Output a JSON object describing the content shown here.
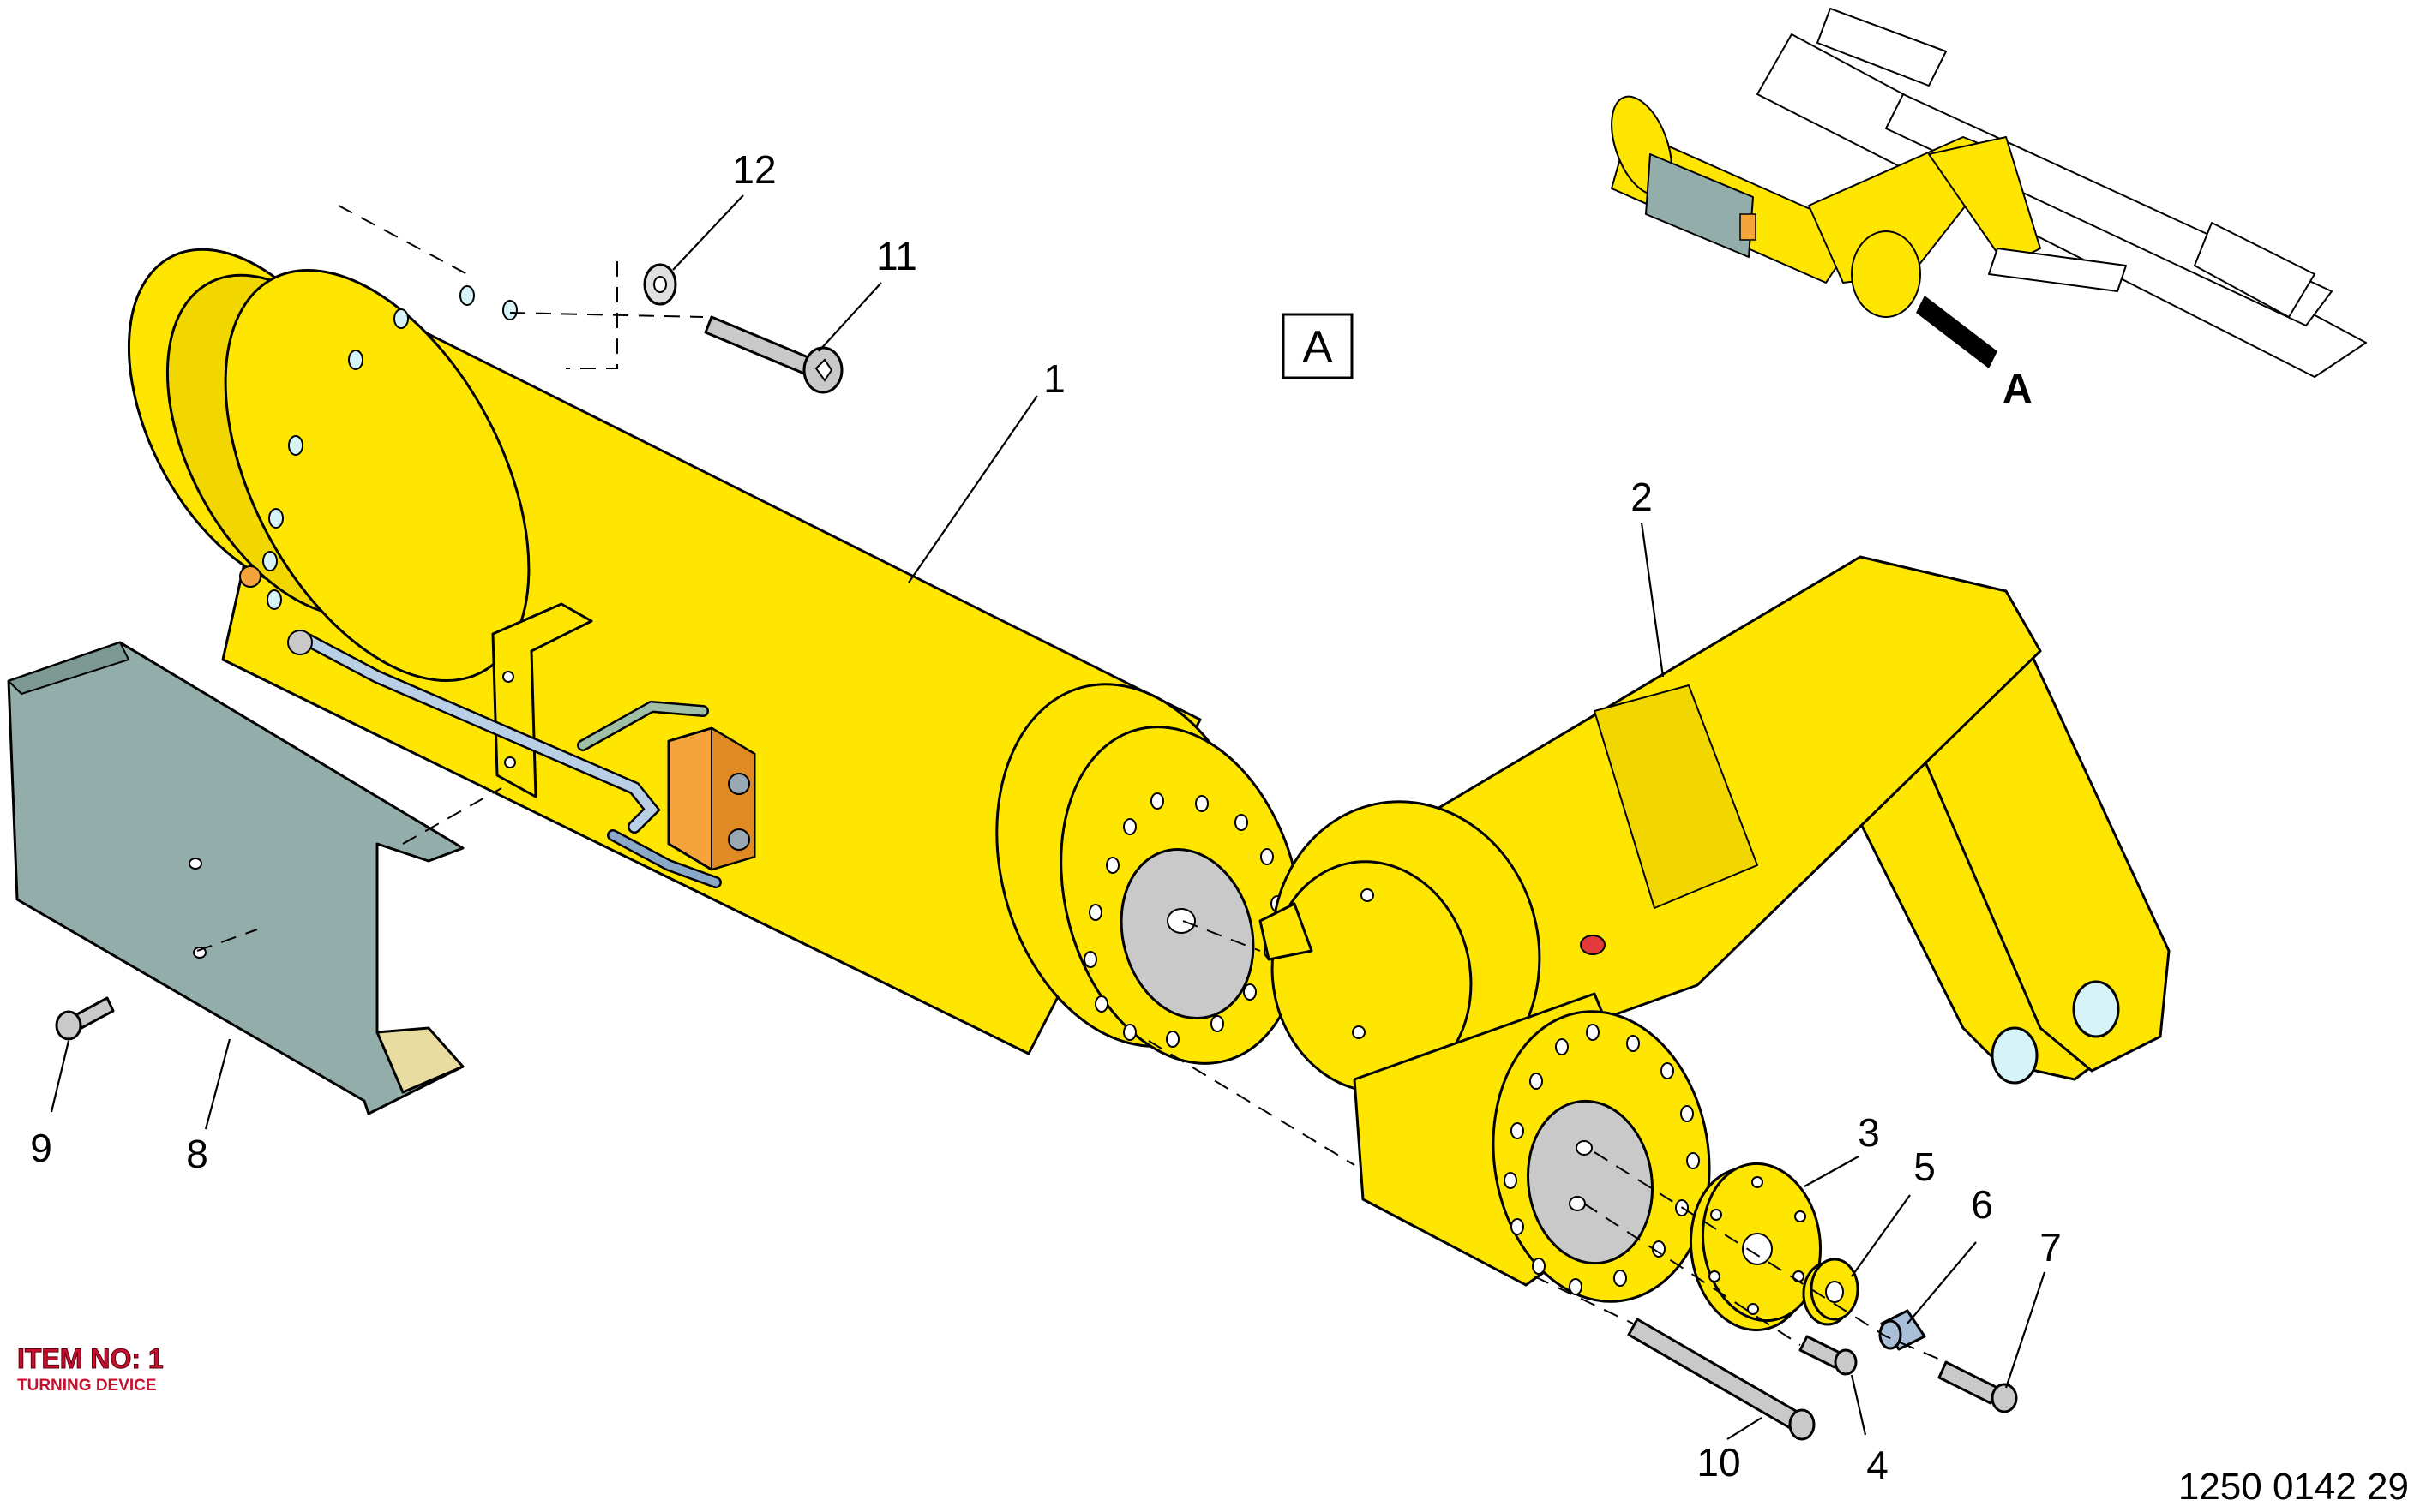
{
  "view_label": "A",
  "inset_arrow_label": "A",
  "item_title": "ITEM NO: 1",
  "item_subtitle": "TURNING DEVICE",
  "drawing_number": "1250 0142 29",
  "callouts": [
    "1",
    "2",
    "3",
    "4",
    "5",
    "6",
    "7",
    "8",
    "9",
    "10",
    "11",
    "12"
  ],
  "colors": {
    "part_yellow": "#ffe600",
    "guard_green": "#93aeaa",
    "valve_orange": "#f5a43c",
    "pipe_blue": "#b8cfe6",
    "plate_grey": "#c9c9c9",
    "item_red": "#c8102e",
    "hole_cyan": "#d6f3f7"
  },
  "icons": [
    "cylinder-icon",
    "bolt-icon",
    "washer-icon",
    "guard-plate-icon"
  ]
}
